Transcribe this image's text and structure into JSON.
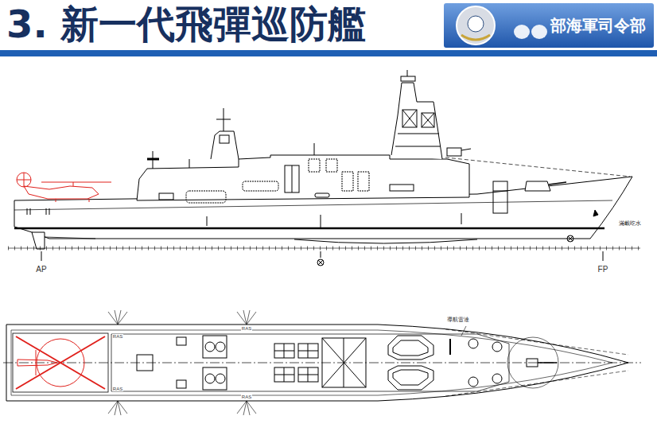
{
  "diagram": {
    "title": "3. 新一代飛彈巡防艦",
    "labels": [
      "部海軍司令部",
      "AP",
      "FP",
      "滿載吃水",
      "導航雷達",
      "RAS",
      "RAS",
      "RAS",
      "RAS"
    ]
  }
}
